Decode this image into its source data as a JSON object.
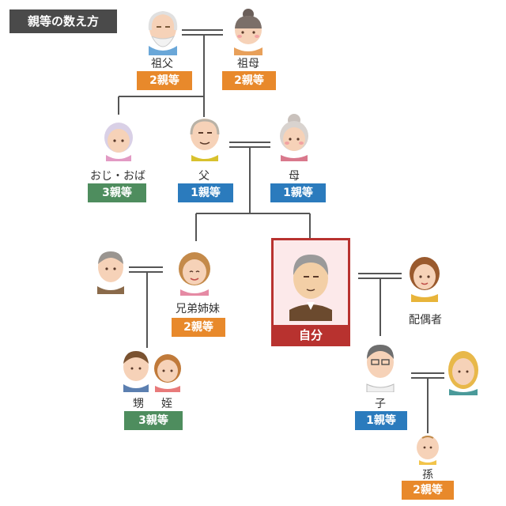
{
  "title": "親等の数え方",
  "people": {
    "grandfather": {
      "name": "祖父",
      "degree": "2親等"
    },
    "grandmother": {
      "name": "祖母",
      "degree": "2親等"
    },
    "uncle_aunt": {
      "name": "おじ・おば",
      "degree": "3親等"
    },
    "father": {
      "name": "父",
      "degree": "1親等"
    },
    "mother": {
      "name": "母",
      "degree": "1親等"
    },
    "siblings": {
      "name": "兄弟姉妹",
      "degree": "2親等"
    },
    "self": {
      "name": "自分"
    },
    "spouse": {
      "name": "配偶者"
    },
    "nephew_niece": {
      "name1": "甥",
      "name2": "姪",
      "degree": "3親等"
    },
    "child": {
      "name": "子",
      "degree": "1親等"
    },
    "grandchild": {
      "name": "孫",
      "degree": "2親等"
    }
  },
  "colors": {
    "degree1": "#2b7bbd",
    "degree2": "#e8892b",
    "degree3": "#4e8d5e",
    "self": "#b8322f",
    "line": "#555555"
  }
}
